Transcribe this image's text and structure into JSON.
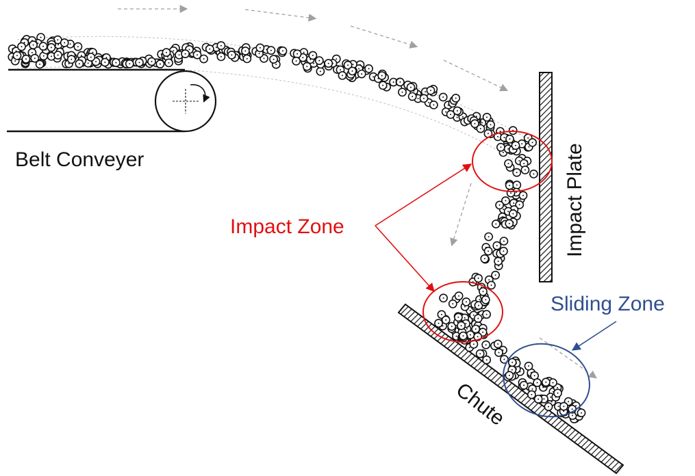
{
  "labels": {
    "belt_conveyor": "Belt Conveyer",
    "impact_plate": "Impact Plate",
    "impact_zone": "Impact Zone",
    "sliding_zone": "Sliding Zone",
    "chute": "Chute"
  },
  "colors": {
    "impact_zone": "#e01010",
    "sliding_zone": "#2f4f8f",
    "flow_arrows": "#a0a0a0",
    "outline": "#111111"
  },
  "icons": [
    "pulley-rotation-arrow-icon",
    "flow-direction-arrow-icon",
    "hatch-pattern"
  ]
}
